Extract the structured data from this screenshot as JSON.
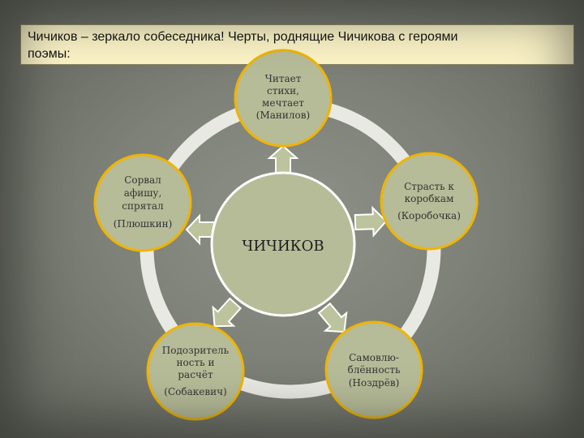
{
  "title": {
    "line1": "Чичиков – зеркало собеседника!  Черты, роднящие Чичикова с героями",
    "line2": "поэмы:"
  },
  "center": {
    "label": "ЧИЧИКОВ"
  },
  "nodes": [
    {
      "id": "manilov",
      "lines": [
        "Читает",
        "стихи,",
        "мечтает",
        "(Манилов)"
      ]
    },
    {
      "id": "korobochka",
      "lines": [
        "Страсть к",
        "коробкам",
        "(Коробочка)"
      ]
    },
    {
      "id": "nozdrev",
      "lines": [
        "Самовлю-",
        "блённость",
        "(Ноздрёв)"
      ]
    },
    {
      "id": "sobakevich",
      "lines": [
        "Подозритель",
        "ность и",
        "расчёт",
        "(Собакевич)"
      ]
    },
    {
      "id": "plyushkin",
      "lines": [
        "Сорвал",
        "афишу,",
        "спрятал",
        "(Плюшкин)"
      ]
    }
  ],
  "colors": {
    "title_bg": "#fbf3c6",
    "ring": "#e9e9e3",
    "node_fill": "#b6bc98",
    "node_border": "#f0b400",
    "center_fill": "#b6bc98",
    "arrow_fill": "#bcc39d",
    "arrow_stroke": "#ffffff"
  }
}
